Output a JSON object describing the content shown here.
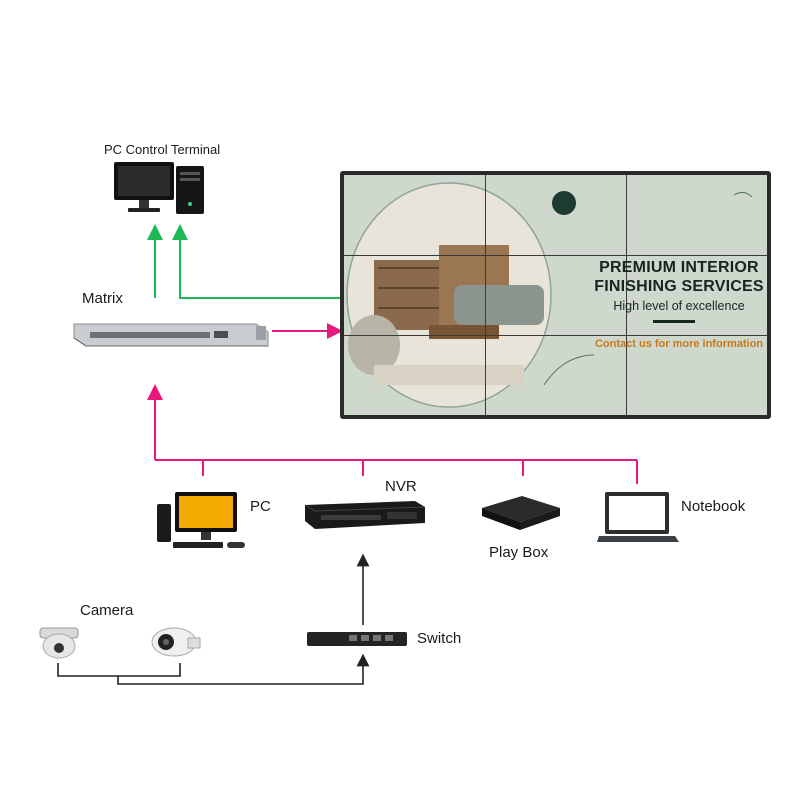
{
  "labels": {
    "pc_control_terminal": "PC Control Terminal",
    "matrix": "Matrix",
    "pc": "PC",
    "nvr": "NVR",
    "play_box": "Play Box",
    "notebook": "Notebook",
    "camera": "Camera",
    "switch": "Switch"
  },
  "wall": {
    "title": "PREMIUM INTERIOR FINISHING SERVICES",
    "subtitle": "High level of excellence",
    "cta": "Contact us for more information"
  },
  "colors": {
    "pink_wire": "#e8197d",
    "green_wire": "#1db954",
    "black_wire": "#222222",
    "accent": "#c77a1b",
    "wall_bg": "#cfd8cc"
  },
  "icons": [
    "monitor-icon",
    "server-icon",
    "camera-icon",
    "laptop-icon",
    "set-top-box-icon",
    "network-switch-icon"
  ]
}
